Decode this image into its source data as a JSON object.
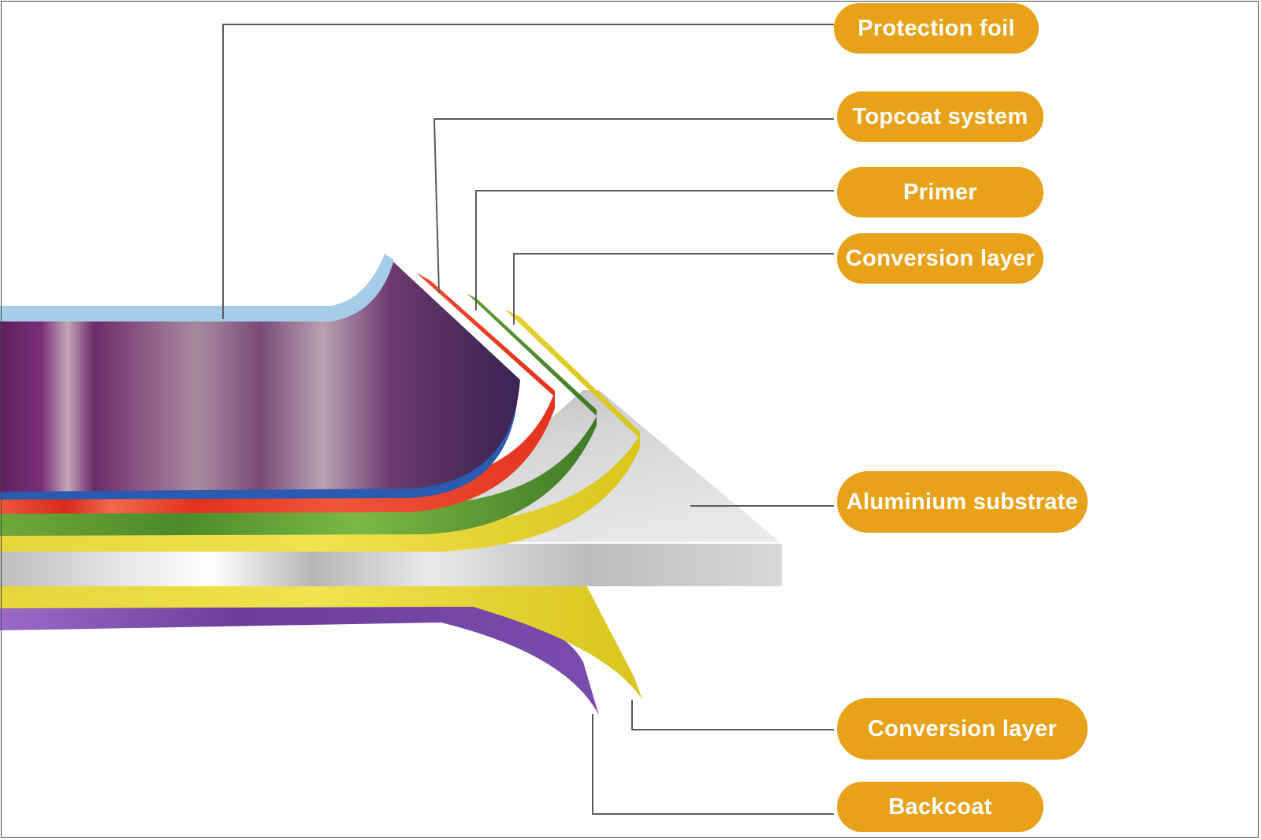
{
  "colors": {
    "label_bg": "#e8a21a",
    "label_text": "#ffffff",
    "leader_line": "#5a5a5a",
    "protection_foil": "#6a2a6e",
    "protection_foil_edge": "#9fc8e6",
    "topcoat_red": "#e32a22",
    "primer_green": "#4f8a2e",
    "conversion_yellow": "#e8d826",
    "aluminium": "#c9c9c9",
    "backcoat_purple": "#7b4aa8"
  },
  "labels": {
    "protection_foil": "Protection foil",
    "topcoat_system": "Topcoat system",
    "primer": "Primer",
    "conversion_layer_top": "Conversion layer",
    "aluminium_substrate": "Aluminium substrate",
    "conversion_layer_bottom": "Conversion layer",
    "backcoat": "Backcoat"
  }
}
